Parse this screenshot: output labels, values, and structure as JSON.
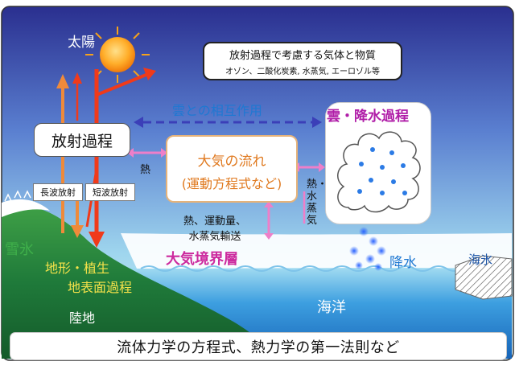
{
  "title_sun": "太陽",
  "substances_box": {
    "title": "放射過程で考慮する気体と物質",
    "items": "オゾン、二酸化炭素, 水蒸気, エーロゾル等"
  },
  "cloud_interaction": "雲との相互作用",
  "cloud_precip_process": "雲・降水過程",
  "radiation_process": "放射過程",
  "atmosphere_flow": {
    "line1": "大気の流れ",
    "line2": "(運動方程式など)"
  },
  "heat": "熱",
  "longwave": "長波放射",
  "shortwave": "短波放射",
  "heat_vapor_vertical": "熱・水蒸気",
  "transport": {
    "line1": "熱、運動量、",
    "line2": "水蒸気輸送"
  },
  "snow_ice": "雪氷",
  "terrain": "地形・植生",
  "land_surface": "地表面過程",
  "land": "陸地",
  "boundary_layer": "大気境界層",
  "precipitation": "降水",
  "sea_ice": "海氷",
  "ocean": "海洋",
  "caption": "流体力学の方程式、熱力学の第一法則など",
  "colors": {
    "sky_top": "#2a2f8f",
    "sky_bottom": "#cfeaf5",
    "arrow_red": "#f03a1a",
    "arrow_orange": "#ef8a3a",
    "pink_arrow": "#ee7fc9",
    "dashed_blue": "#3b3fb8",
    "land_green": "#2f8b3c",
    "ocean_blue": "#3a8ed6",
    "label_blue": "#1e78d2",
    "label_pink": "#cc2a9e",
    "label_yellow": "#f5e24a",
    "label_magenta": "#b01ea8"
  }
}
